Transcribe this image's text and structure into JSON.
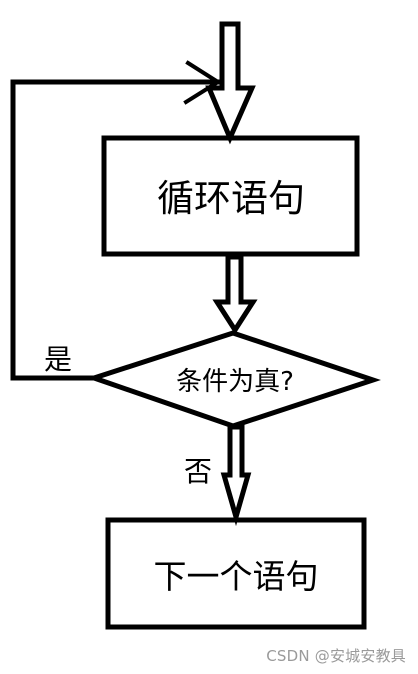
{
  "diagram": {
    "loop_statement_label": "循环语句",
    "condition_label": "条件为真?",
    "yes_label": "是",
    "no_label": "否",
    "next_statement_label": "下一个语句"
  },
  "watermark": {
    "text": "CSDN @安城安教具"
  },
  "colors": {
    "stroke": "#000000",
    "background": "#ffffff",
    "watermark": "#9a9a9a"
  }
}
